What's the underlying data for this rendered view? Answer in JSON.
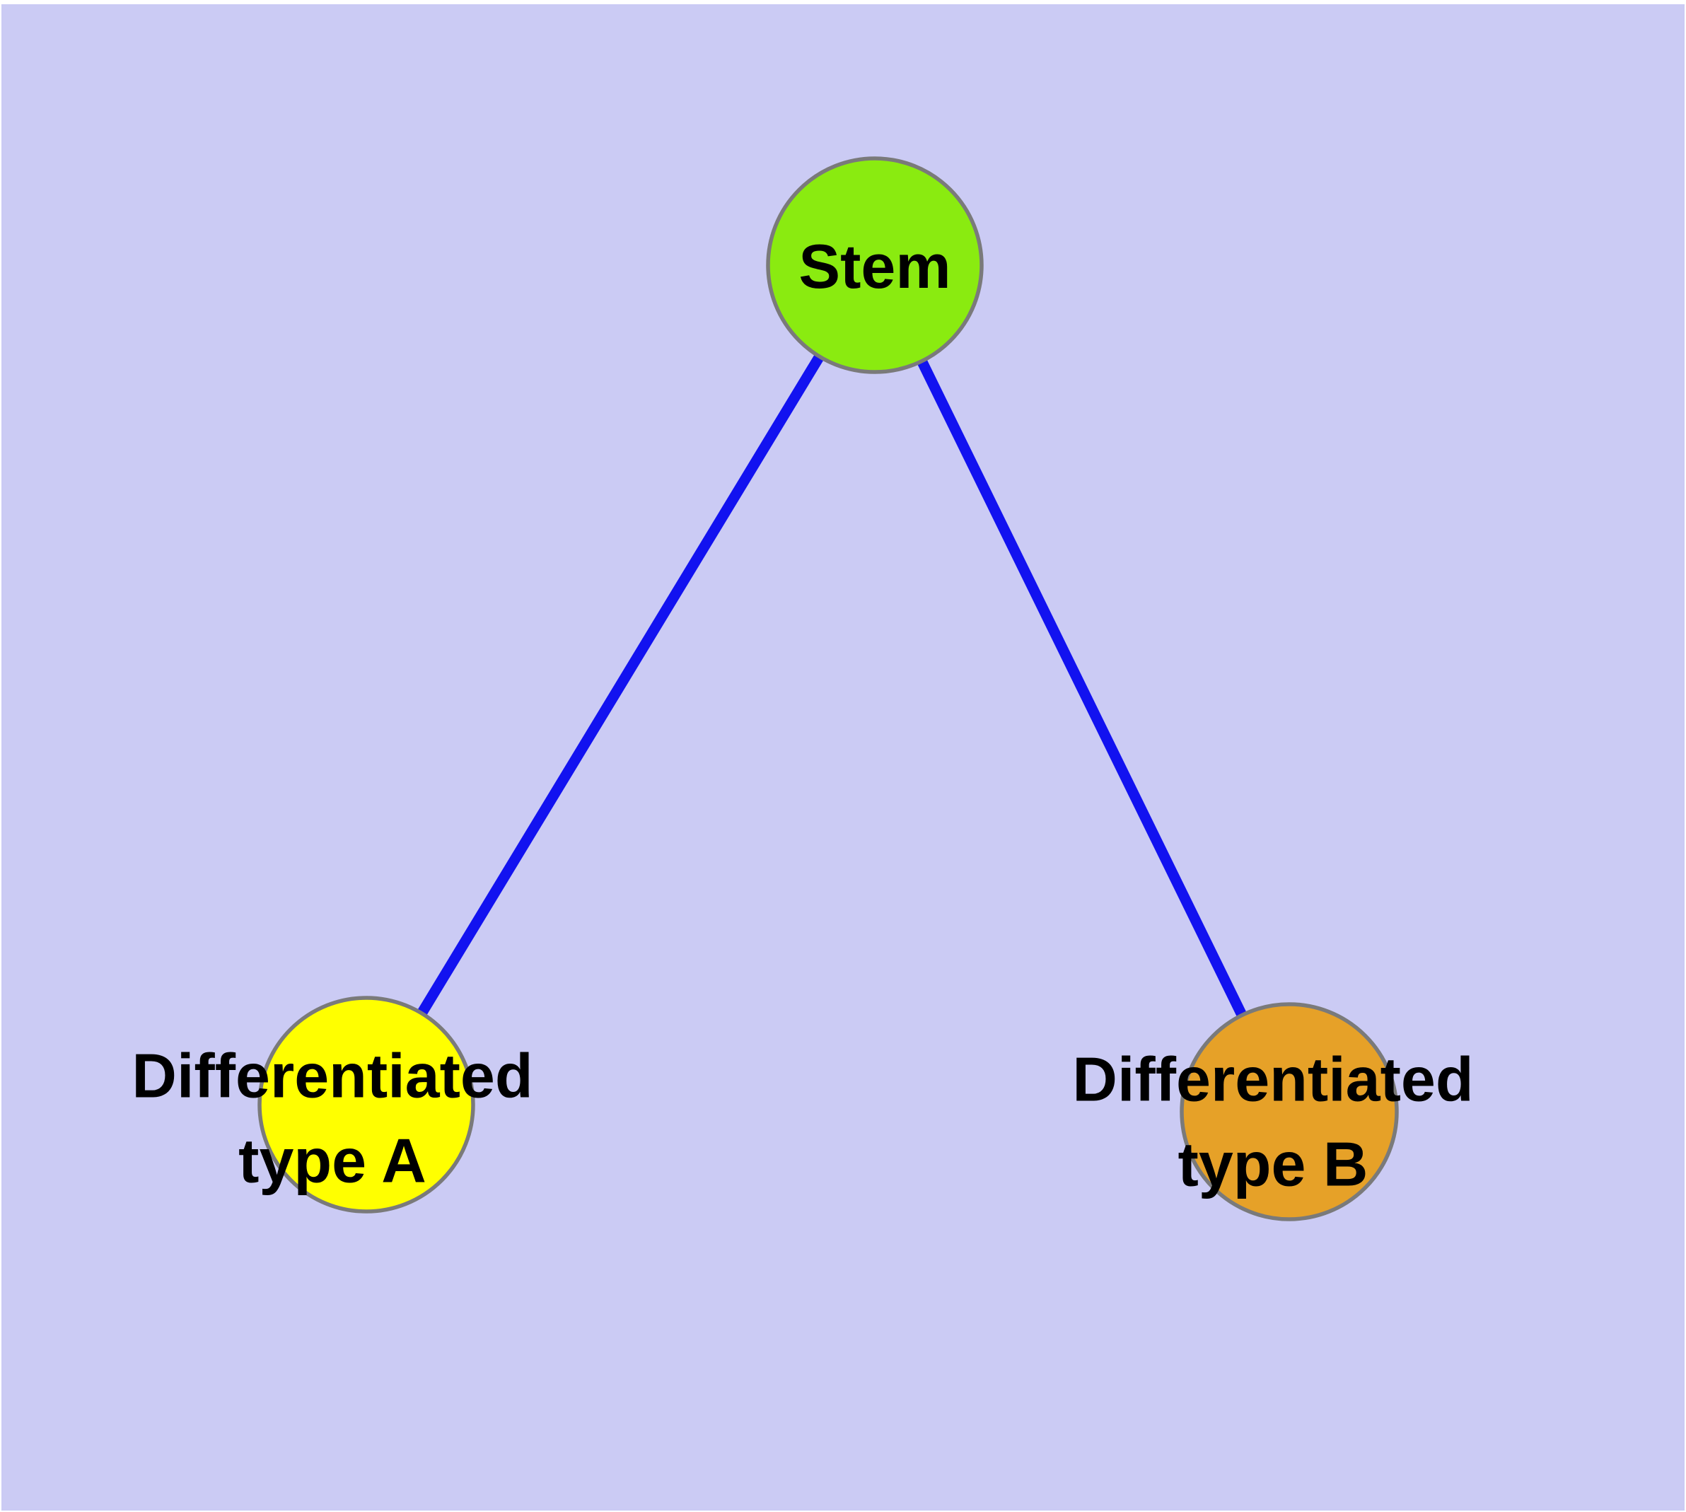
{
  "figure": {
    "type": "node-link-diagram",
    "background_color": "#CBCBF4",
    "frame_color": "#FFFFFF",
    "edge_color": "#1212F0",
    "node_border_color": "#7A7A7A",
    "label_color": "#000000",
    "nodes": [
      {
        "id": "stem",
        "label": "Stem",
        "fill": "#8AEB10"
      },
      {
        "id": "diff-a",
        "label": "Differentiated\ntype A",
        "fill": "#FFFF00"
      },
      {
        "id": "diff-b",
        "label": "Differentiated\ntype B",
        "fill": "#E6A128"
      }
    ],
    "edges": [
      {
        "from": "Stem",
        "to": "Differentiated type A"
      },
      {
        "from": "Stem",
        "to": "Differentiated type B"
      }
    ]
  }
}
